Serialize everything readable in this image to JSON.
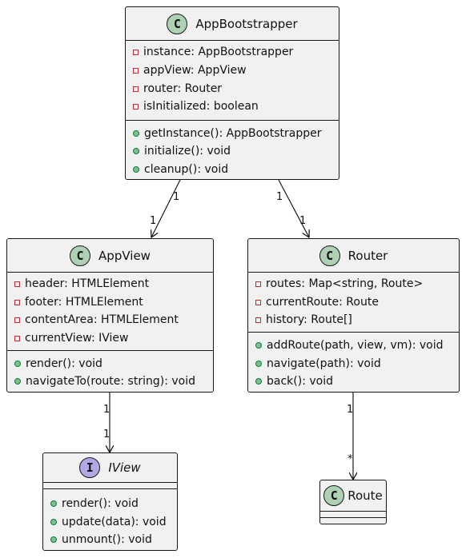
{
  "classes": {
    "bootstrapper": {
      "kind": "C",
      "name": "AppBootstrapper",
      "attributes": [
        "instance: AppBootstrapper",
        "appView: AppView",
        "router: Router",
        "isInitialized: boolean"
      ],
      "methods": [
        "getInstance(): AppBootstrapper",
        "initialize(): void",
        "cleanup(): void"
      ]
    },
    "appview": {
      "kind": "C",
      "name": "AppView",
      "attributes": [
        "header: HTMLElement",
        "footer: HTMLElement",
        "contentArea: HTMLElement",
        "currentView: IView"
      ],
      "methods": [
        "render(): void",
        "navigateTo(route: string): void"
      ]
    },
    "router": {
      "kind": "C",
      "name": "Router",
      "attributes": [
        "routes: Map<string, Route>",
        "currentRoute: Route",
        "history: Route[]"
      ],
      "methods": [
        "addRoute(path, view, vm): void",
        "navigate(path): void",
        "back(): void"
      ]
    },
    "iview": {
      "kind": "I",
      "name": "IView",
      "attributes": [],
      "methods": [
        "render(): void",
        "update(data): void",
        "unmount(): void"
      ]
    },
    "route": {
      "kind": "C",
      "name": "Route",
      "attributes": [],
      "methods": []
    }
  },
  "relations": {
    "boot_appview": {
      "from_mult": "1",
      "to_mult": "1"
    },
    "boot_router": {
      "from_mult": "1",
      "to_mult": "1"
    },
    "appview_iview": {
      "from_mult": "1",
      "to_mult": "1"
    },
    "router_route": {
      "from_mult": "1",
      "to_mult": "*"
    }
  },
  "colors": {
    "class_badge": "#add1b2",
    "interface_badge": "#b4a7e5",
    "box_fill": "#f1f1f1",
    "border": "#181818",
    "private_marker": "#c82930",
    "public_marker": "#84be84"
  }
}
